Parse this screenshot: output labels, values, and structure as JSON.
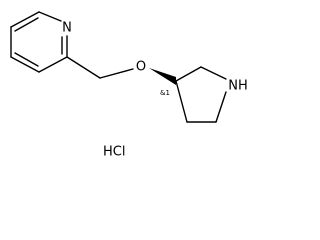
{
  "structure": {
    "atoms": {
      "pyridine_nitrogen": "N",
      "ether_oxygen": "O",
      "pyrrolidine_nitrogen": "NH"
    },
    "stereo_label": "&1",
    "salt_label": "HCl"
  },
  "colors": {
    "bond": "#000000",
    "text": "#000000",
    "background": "#ffffff"
  }
}
